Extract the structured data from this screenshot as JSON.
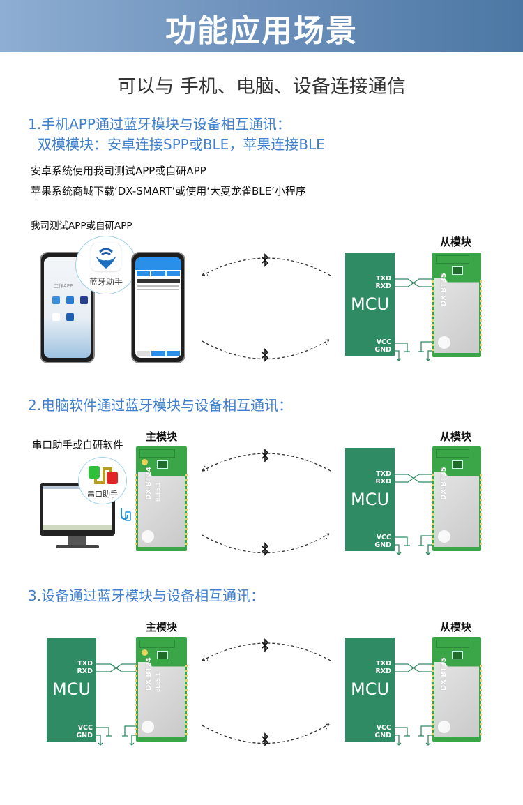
{
  "header": {
    "title": "功能应用场景"
  },
  "subtitle": "可以与 手机、电脑、设备连接通信",
  "section1": {
    "heading": "1.手机APP通过蓝牙模块与设备相互通讯：",
    "subheading": "双模模块：安卓连接SPP或BLE，苹果连接BLE",
    "line1": "安卓系统使用我司测试APP或自研APP",
    "line2": "苹果系统商城下载‘DX-SMART’或使用‘大夏龙雀BLE’小程序",
    "caption": "我司测试APP或自研APP",
    "app_bubble_label": "蓝牙助手",
    "phone_folder": "工作APP",
    "slave_label": "从模块"
  },
  "section2": {
    "heading": "2.电脑软件通过蓝牙模块与设备相互通讯：",
    "caption": "串口助手或自研软件",
    "app_bubble_label": "串口助手",
    "master_label": "主模块",
    "slave_label": "从模块"
  },
  "section3": {
    "heading": "3.设备通过蓝牙模块与设备相互通讯：",
    "master_label": "主模块",
    "slave_label": "从模块"
  },
  "mcu": {
    "txd": "TXD",
    "rxd": "RXD",
    "name": "MCU",
    "vcc": "VCC",
    "gnd": "GND"
  },
  "modules": {
    "slave_model": "DX-BT35",
    "master_model": "DX-BT24",
    "master_version": "BLE5.1"
  },
  "colors": {
    "accent": "#3f7fcc",
    "mcu": "#2e8b63",
    "module": "#3aa648",
    "wire": "#2e8b63"
  }
}
